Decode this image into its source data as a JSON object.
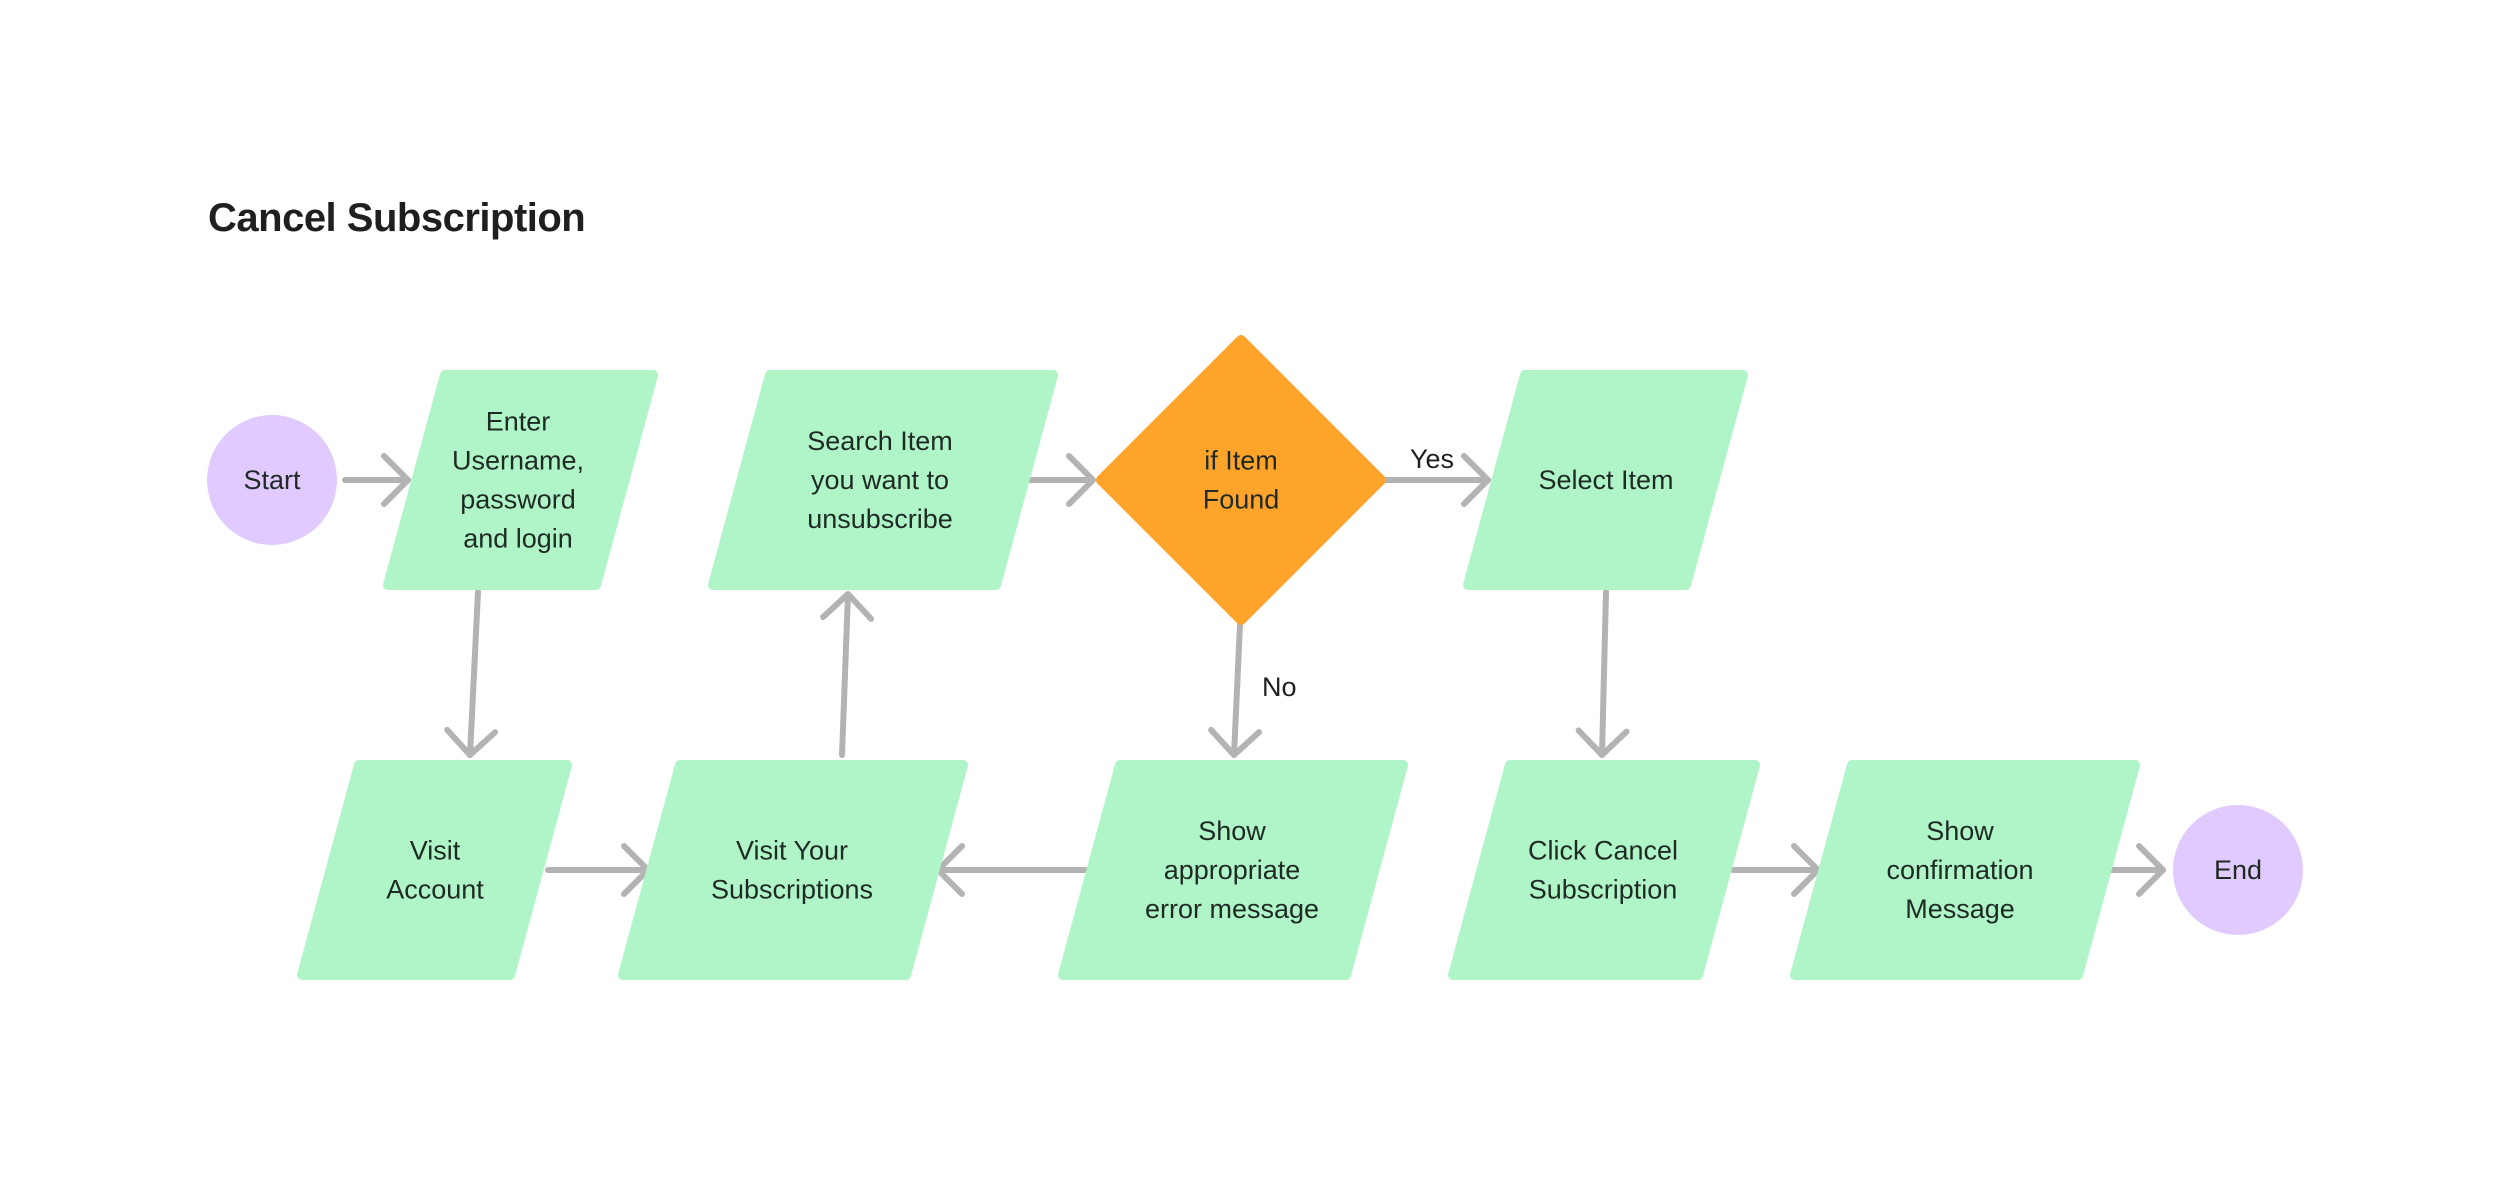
{
  "title": "Cancel Subscription",
  "colors": {
    "terminal": "#e1caff",
    "process": "#aff5c8",
    "decision": "#ffa42b",
    "arrow": "#b3b3b3",
    "text": "#1f1f1f"
  },
  "nodes": {
    "start": {
      "label": [
        "Start"
      ]
    },
    "enter_login": {
      "label": [
        "Enter",
        "Username,",
        "password",
        "and login"
      ]
    },
    "search_item": {
      "label": [
        "Search Item",
        "you want to",
        "unsubscribe"
      ]
    },
    "if_found": {
      "label": [
        "if Item",
        "Found"
      ]
    },
    "select_item": {
      "label": [
        "Select Item"
      ]
    },
    "visit_account": {
      "label": [
        "Visit",
        "Account"
      ]
    },
    "visit_subscriptions": {
      "label": [
        "Visit Your",
        "Subscriptions"
      ]
    },
    "show_error": {
      "label": [
        "Show",
        "appropriate",
        "error message"
      ]
    },
    "click_cancel": {
      "label": [
        "Click Cancel",
        "Subscription"
      ]
    },
    "show_confirmation": {
      "label": [
        "Show",
        "confirmation",
        "Message"
      ]
    },
    "end": {
      "label": [
        "End"
      ]
    }
  },
  "edges": [
    {
      "from": "start",
      "to": "enter_login",
      "label": ""
    },
    {
      "from": "enter_login",
      "to": "visit_account",
      "label": ""
    },
    {
      "from": "visit_account",
      "to": "visit_subscriptions",
      "label": ""
    },
    {
      "from": "visit_subscriptions",
      "to": "search_item",
      "label": ""
    },
    {
      "from": "search_item",
      "to": "if_found",
      "label": ""
    },
    {
      "from": "if_found",
      "to": "select_item",
      "label": "Yes"
    },
    {
      "from": "if_found",
      "to": "show_error",
      "label": "No"
    },
    {
      "from": "show_error",
      "to": "visit_subscriptions",
      "label": ""
    },
    {
      "from": "select_item",
      "to": "click_cancel",
      "label": ""
    },
    {
      "from": "click_cancel",
      "to": "show_confirmation",
      "label": ""
    },
    {
      "from": "show_confirmation",
      "to": "end",
      "label": ""
    }
  ]
}
